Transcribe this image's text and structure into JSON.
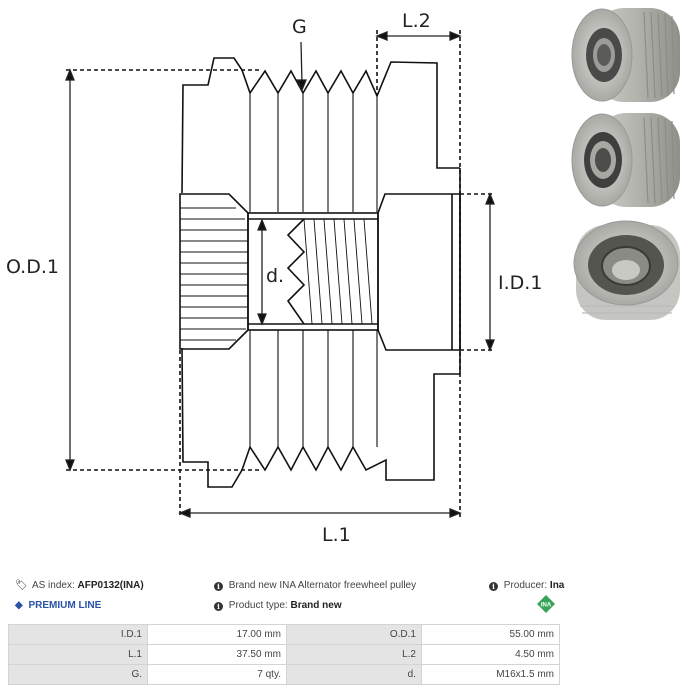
{
  "drawing": {
    "labels": {
      "groove": "G",
      "l2": "L.2",
      "od1": "O.D.1",
      "id1": "I.D.1",
      "d": "d.",
      "l1": "L.1"
    },
    "line_color": "#111111"
  },
  "photos": [
    {
      "name": "pulley-photo-front-splined",
      "alt": "Pulley front view with spline hub"
    },
    {
      "name": "pulley-photo-front-bearing",
      "alt": "Pulley front view with bearing"
    },
    {
      "name": "pulley-photo-angled",
      "alt": "Pulley angled view"
    }
  ],
  "info": {
    "as_index_label": "AS index:",
    "as_index_value": "AFP0132(INA)",
    "premium_line": "PREMIUM LINE",
    "description": "Brand new INA Alternator freewheel pulley",
    "product_type_label": "Product type:",
    "product_type_value": "Brand new",
    "producer_label": "Producer:",
    "producer_value": "Ina",
    "producer_logo_text": "INA",
    "premium_color": "#2a52a8",
    "logo_color": "#3aa35a"
  },
  "specs": {
    "rows": [
      [
        {
          "key": "I.D.1",
          "value": "17.00 mm"
        },
        {
          "key": "O.D.1",
          "value": "55.00 mm"
        }
      ],
      [
        {
          "key": "L.1",
          "value": "37.50 mm"
        },
        {
          "key": "L.2",
          "value": "4.50 mm"
        }
      ],
      [
        {
          "key": "G.",
          "value": "7 qty."
        },
        {
          "key": "d.",
          "value": "M16x1.5 mm"
        }
      ]
    ]
  }
}
